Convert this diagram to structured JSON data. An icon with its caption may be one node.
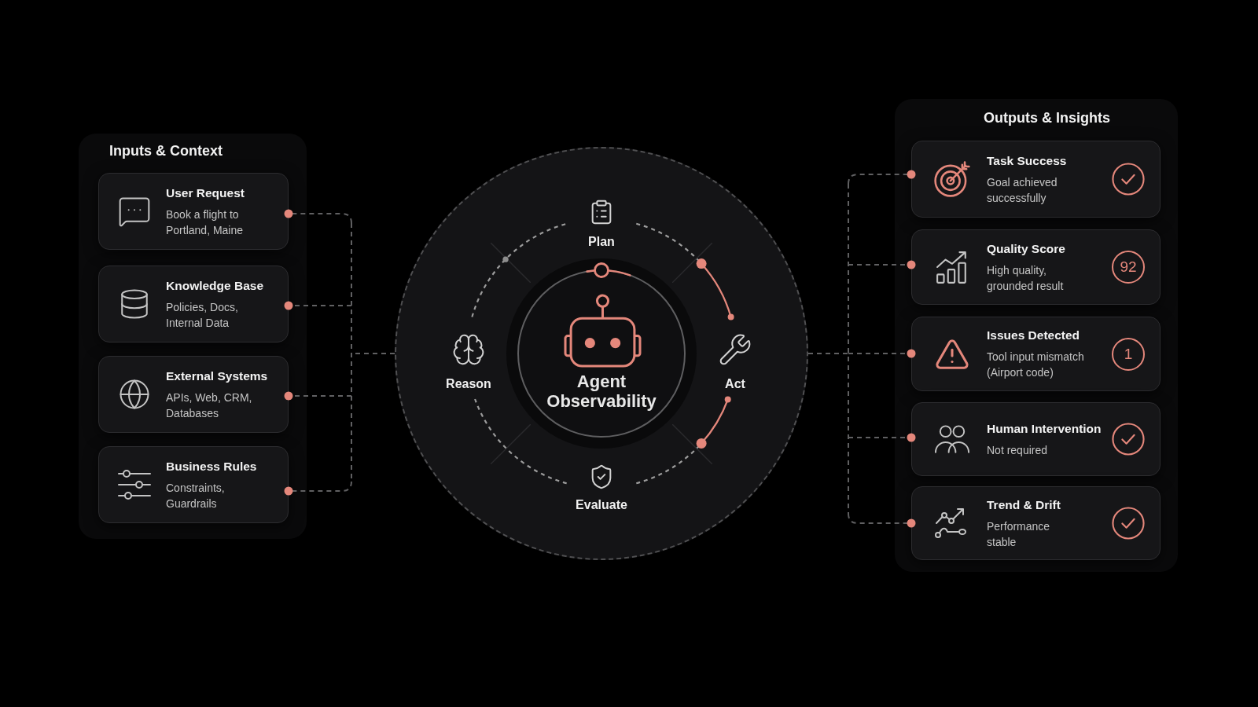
{
  "diagram": {
    "nodes": [
      {
        "text": [
          "Inputs & Context"
        ]
      },
      {
        "text": [
          "User Request",
          "Book a flight to Portland, Maine"
        ],
        "in": 0
      },
      {
        "text": [
          "Knowledge Base",
          "Policies, Docs, Internal Data"
        ],
        "in": 0
      },
      {
        "text": [
          "External Systems",
          "APIs, Web, CRM, Databases"
        ],
        "in": 0
      },
      {
        "text": [
          "Business Rules",
          "Constraints, Guardrails"
        ],
        "in": 0
      },
      {
        "text": [],
        "shape": "circle"
      },
      {
        "text": [
          "Plan"
        ],
        "in": 5
      },
      {
        "text": [
          "Reason"
        ],
        "in": 5
      },
      {
        "text": [
          "Agent Observability"
        ],
        "in": 5
      },
      {
        "text": [
          "Act"
        ],
        "in": 5
      },
      {
        "text": [
          "Evaluate"
        ],
        "in": 5
      },
      {
        "text": [
          "Outputs & Insights"
        ]
      },
      {
        "text": [
          "Task Success",
          "Goal achieved successfully"
        ],
        "in": 11
      },
      {
        "text": [
          "Quality Score",
          "High quality, grounded result",
          "92"
        ],
        "in": 11
      },
      {
        "text": [
          "Issues Detected",
          "Tool input mismatch (Airport code)",
          "1"
        ],
        "in": 11
      },
      {
        "text": [
          "Human Intervention",
          "Not required"
        ],
        "in": 11
      },
      {
        "text": [
          "Trend & Drift",
          "Performance stable"
        ],
        "in": 11
      }
    ],
    "edges": [
      {
        "from": 5,
        "to": 1,
        "arrow": "other",
        "style": "dashed"
      },
      {
        "from": 5,
        "to": 2,
        "arrow": "other",
        "style": "dashed"
      },
      {
        "from": 5,
        "to": 3,
        "arrow": "other",
        "style": "dashed"
      },
      {
        "from": 5,
        "to": 4,
        "arrow": "other",
        "style": "dashed"
      },
      {
        "from": 5,
        "to": 12,
        "arrow": "other",
        "style": "dashed"
      },
      {
        "from": 5,
        "to": 13,
        "arrow": "other",
        "style": "dashed"
      },
      {
        "from": 5,
        "to": 14,
        "arrow": "other",
        "style": "dashed"
      },
      {
        "from": 5,
        "to": 15,
        "arrow": "other",
        "style": "dashed"
      },
      {
        "from": 5,
        "to": 16,
        "arrow": "other",
        "style": "dashed"
      },
      {
        "from": 6,
        "to": 9,
        "arrow": "other",
        "style": "dashed",
        "color": "#9c9c9c"
      },
      {
        "from": 10,
        "to": 9,
        "arrow": "other",
        "style": "dashed",
        "color": "#9c9c9c"
      },
      {
        "from": 10,
        "to": 7,
        "arrow": "none",
        "style": "dashed",
        "color": "#9c9c9c"
      },
      {
        "from": 7,
        "to": 6,
        "arrow": "none",
        "style": "dashed",
        "color": "#9c9c9c"
      }
    ]
  }
}
